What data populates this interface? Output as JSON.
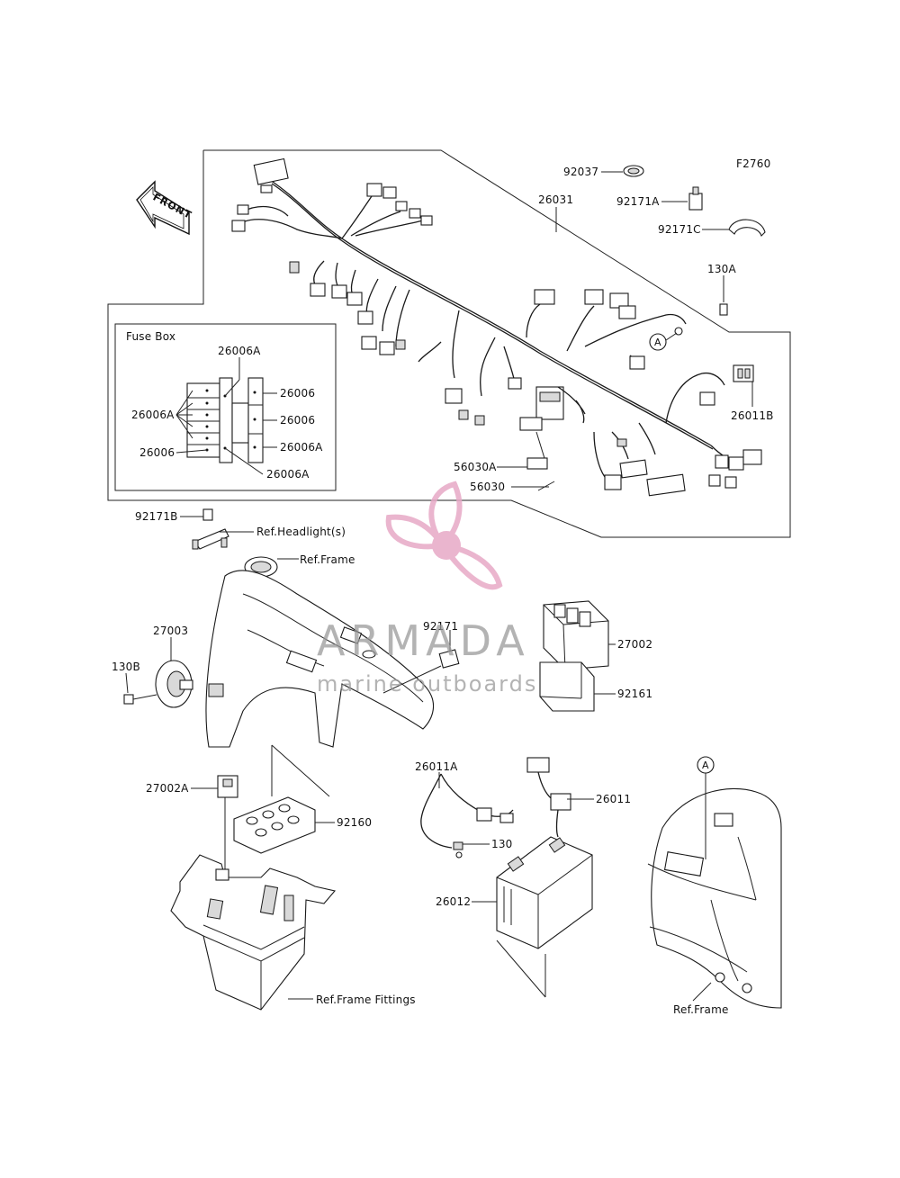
{
  "figure_code": "F2760",
  "front_label": "FRONT",
  "fuse_box": {
    "title": "Fuse Box",
    "labels": [
      "26006A",
      "26006",
      "26006",
      "26006A",
      "26006A",
      "26006",
      "26006A"
    ]
  },
  "callouts": {
    "p92037": "92037",
    "p26031": "26031",
    "p92171A": "92171A",
    "p92171C": "92171C",
    "p130A": "130A",
    "p26011B": "26011B",
    "p56030A": "56030A",
    "p56030": "56030",
    "p92171B": "92171B",
    "ref_headlight": "Ref.Headlight(s)",
    "ref_frame_1": "Ref.Frame",
    "p27003": "27003",
    "p130B": "130B",
    "p92171": "92171",
    "p27002": "27002",
    "p92161": "92161",
    "p27002A": "27002A",
    "p92160": "92160",
    "ref_frame_fittings": "Ref.Frame Fittings",
    "p26011A": "26011A",
    "p130": "130",
    "p26011": "26011",
    "p26012": "26012",
    "ref_frame_2": "Ref.Frame",
    "marker_a1": "A",
    "marker_a2": "A"
  },
  "watermark": {
    "brand": "ARMADA",
    "tagline": "marine outboards",
    "accent_color": "#e7a9c6"
  }
}
